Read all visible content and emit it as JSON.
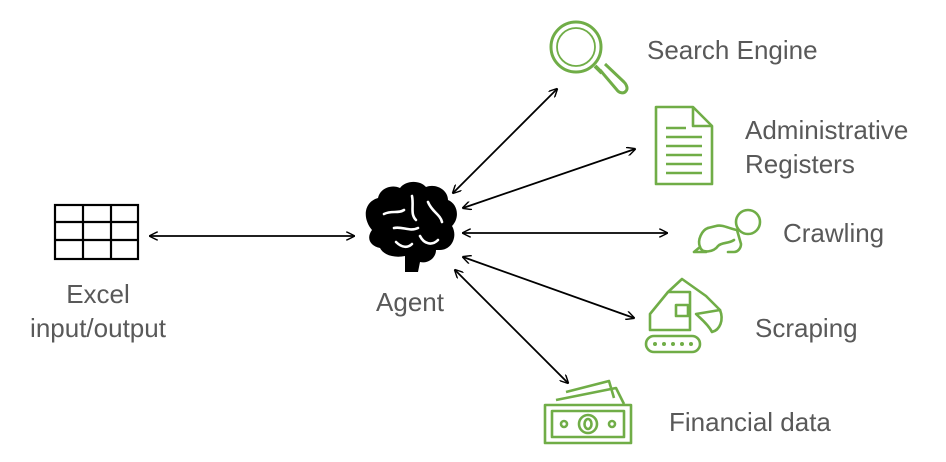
{
  "colors": {
    "icon_green": "#70AD47",
    "text_gray": "#595959",
    "arrow": "#000000",
    "dark_icon": "#000000"
  },
  "nodes": {
    "excel": {
      "icon": "table-grid-icon",
      "line1": "Excel",
      "line2": "input/output"
    },
    "agent": {
      "icon": "brain-icon",
      "label": "Agent"
    },
    "search": {
      "icon": "magnifier-icon",
      "label": "Search Engine"
    },
    "admin": {
      "icon": "document-icon",
      "line1": "Administrative",
      "line2": "Registers"
    },
    "crawling": {
      "icon": "crawling-baby-icon",
      "label": "Crawling"
    },
    "scraping": {
      "icon": "excavator-icon",
      "label": "Scraping"
    },
    "financial": {
      "icon": "banknotes-icon",
      "label": "Financial data"
    }
  }
}
